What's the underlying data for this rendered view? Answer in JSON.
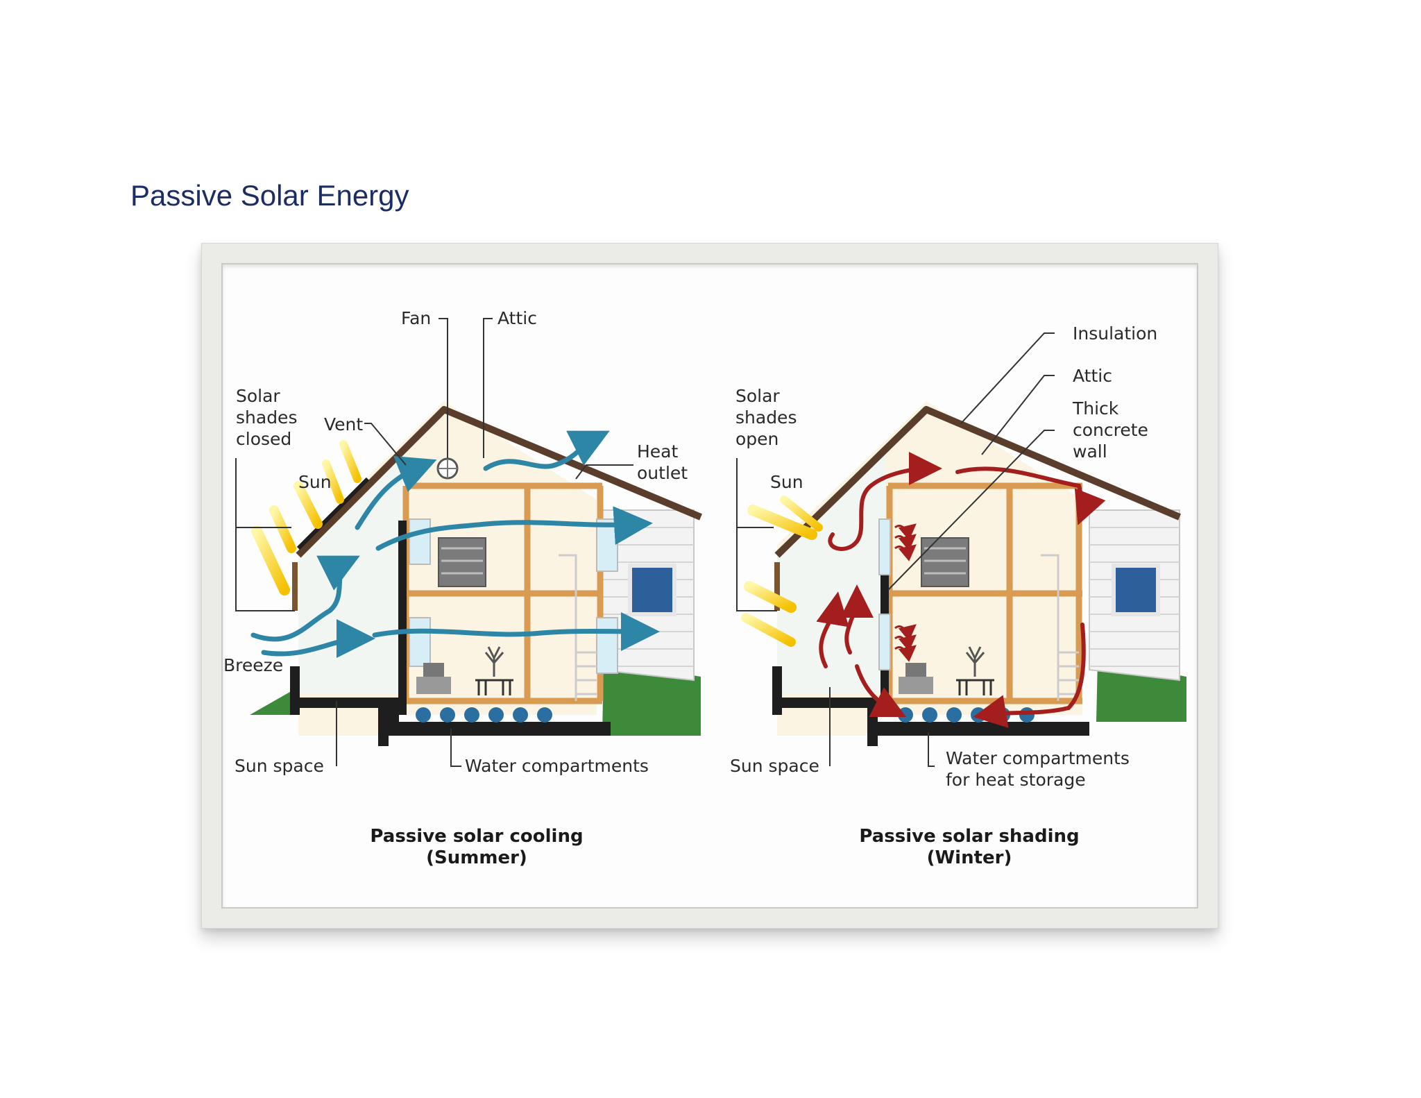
{
  "page": {
    "title": "Passive Solar Energy"
  },
  "summer": {
    "labels": {
      "fan": "Fan",
      "attic": "Attic",
      "solar_shades": [
        "Solar",
        "shades",
        "closed"
      ],
      "vent": "Vent",
      "sun": "Sun",
      "heat_outlet": [
        "Heat",
        "outlet"
      ],
      "breeze": "Breeze",
      "sun_space": "Sun space",
      "water": "Water compartments"
    },
    "caption": [
      "Passive solar cooling",
      "(Summer)"
    ]
  },
  "winter": {
    "labels": {
      "insulation": "Insulation",
      "attic": "Attic",
      "wall": [
        "Thick",
        "concrete",
        "wall"
      ],
      "solar_shades": [
        "Solar",
        "shades",
        "open"
      ],
      "sun": "Sun",
      "sun_space": "Sun space",
      "water": [
        "Water compartments",
        "for heat storage"
      ]
    },
    "caption": [
      "Passive solar shading",
      "(Winter)"
    ]
  },
  "colors": {
    "title": "#1b2d63",
    "roof": "#5a3e2b",
    "timber": "#d99a52",
    "wall_fill": "#fbf4e2",
    "foundation": "#1e1e1e",
    "grass": "#3d8a3a",
    "siding": "#f1f1f1",
    "cool_air": "#2d86a6",
    "warm_air": "#a51e1e",
    "sun_ray": "#f5c60e",
    "water": "#2a6fa0"
  }
}
